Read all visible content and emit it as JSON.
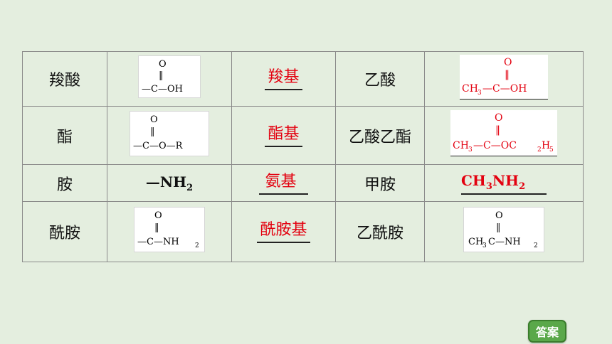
{
  "rows": [
    {
      "class_name": "羧酸",
      "group_formula": {
        "o": "O",
        "bond": "‖",
        "line": "—C—OH"
      },
      "group_name": "羧基",
      "example": "乙酸",
      "example_formula": {
        "o": "O",
        "left": "CH",
        "sub1": "3",
        "rest": "—C—OH"
      }
    },
    {
      "class_name": "酯",
      "group_formula": {
        "o": "O",
        "bond": "‖",
        "line": "—C—O—R"
      },
      "group_name": "酯基",
      "example": "乙酸乙酯",
      "example_formula": {
        "o": "O",
        "left": "CH",
        "sub1": "3",
        "mid": "—C—OC",
        "sub2": "2",
        "h": "H",
        "sub3": "5"
      }
    },
    {
      "class_name": "胺",
      "group_formula": {
        "main": "—NH",
        "sub": "2"
      },
      "group_name": "氨基",
      "example": "甲胺",
      "example_formula": {
        "main": "CH",
        "sub1": "3",
        "mid": "NH",
        "sub2": "2"
      }
    },
    {
      "class_name": "酰胺",
      "group_formula": {
        "o": "O",
        "bond": "‖",
        "line": "—C—NH",
        "sub": "2"
      },
      "group_name": "酰胺基",
      "example": "乙酰胺",
      "example_formula": {
        "o": "O",
        "left": "CH",
        "sub1": "3",
        "mid": "C—NH",
        "sub2": "2"
      }
    }
  ],
  "answer_button": "答案",
  "colors": {
    "answer": "#e3000f",
    "background": "#e4eedf",
    "button": "#5aa84a"
  }
}
